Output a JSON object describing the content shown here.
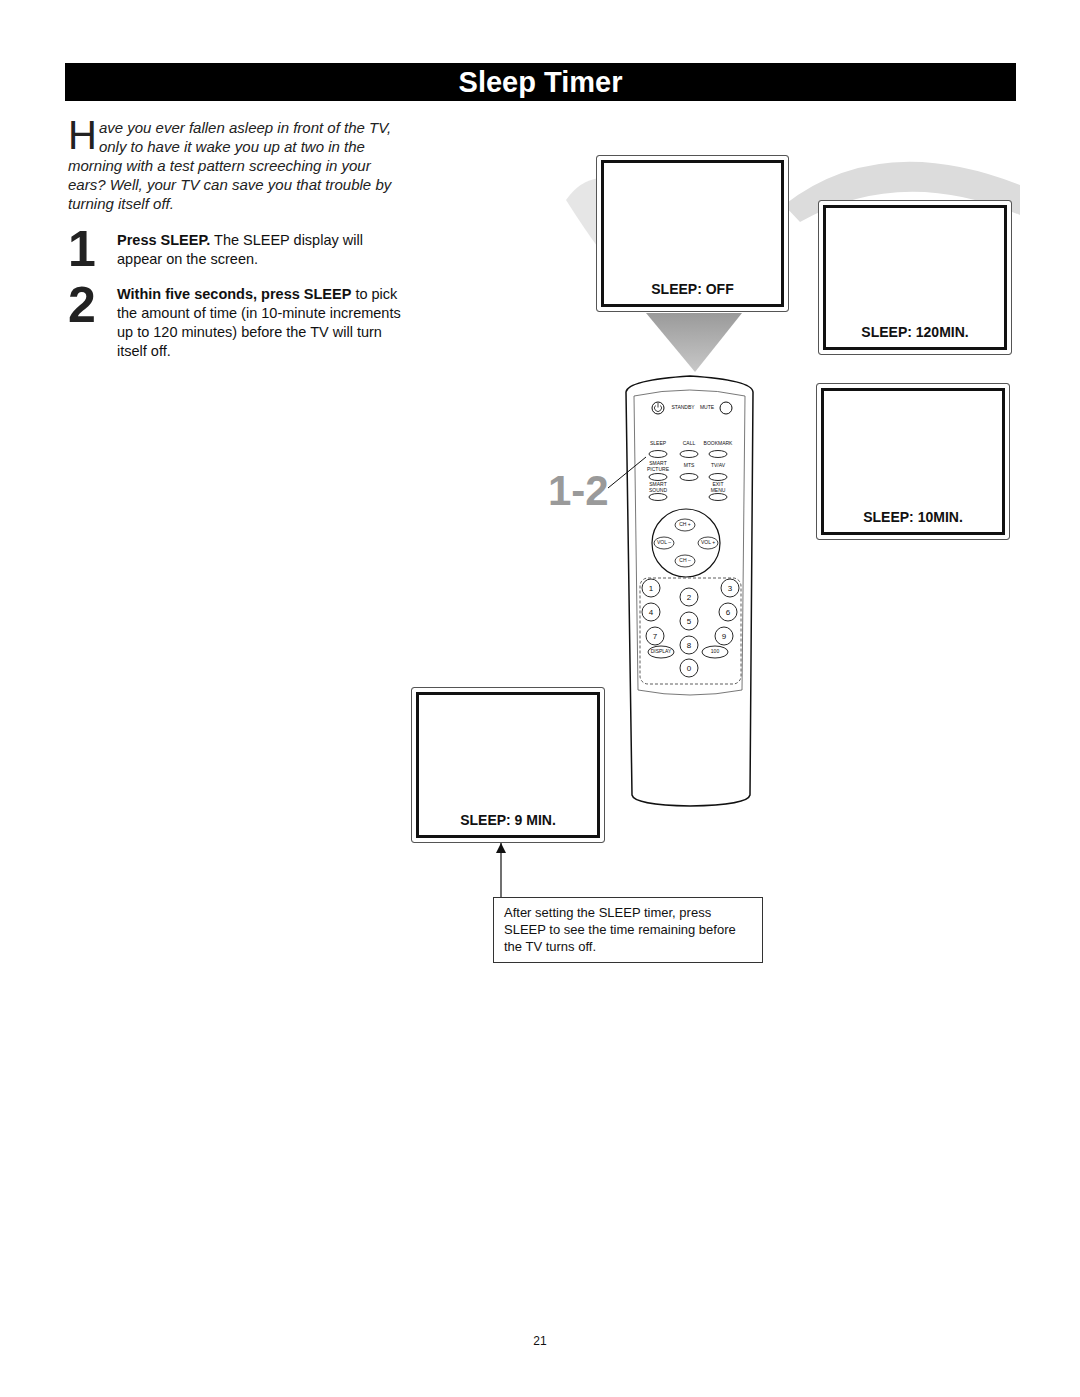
{
  "diagram": {
    "title": "Sleep Timer",
    "nodes": [
      {
        "text": [
          "SLEEP: OFF"
        ]
      },
      {
        "text": [
          "SLEEP: 120MIN."
        ]
      },
      {
        "text": [
          "SLEEP: 10MIN."
        ]
      },
      {
        "text": [
          "SLEEP: 9 MIN."
        ]
      },
      {
        "text": [
          "After setting the SLEEP timer, press SLEEP to see the time remaining before the TV turns off."
        ]
      }
    ],
    "edges": [
      {
        "from": 4,
        "to": 3,
        "arrow": "to"
      }
    ],
    "labels": [
      "Have you ever fallen asleep in front of the TV, only to have it wake you up at two in the morning with a test pattern screeching in your ears? Well, your TV can save you that trouble by turning itself off.",
      "1",
      "Press SLEEP.",
      "The SLEEP display will appear on the screen.",
      "2",
      "Within five seconds, press SLEEP",
      "to pick the amount of time (in 10-minute increments up to 120 minutes) before the TV will turn itself off.",
      "1-2",
      "STANDBY",
      "MUTE",
      "SLEEP",
      "CALL",
      "BOOKMARK",
      "SMART PICTURE",
      "MTS",
      "TV/AV",
      "SMART SOUND",
      "EXIT MENU",
      "CH +",
      "VOL –",
      "VOL +",
      "CH –",
      "1",
      "2",
      "3",
      "4",
      "5",
      "6",
      "7",
      "8",
      "9",
      "DISPLAY",
      "100",
      "0",
      "21"
    ]
  }
}
